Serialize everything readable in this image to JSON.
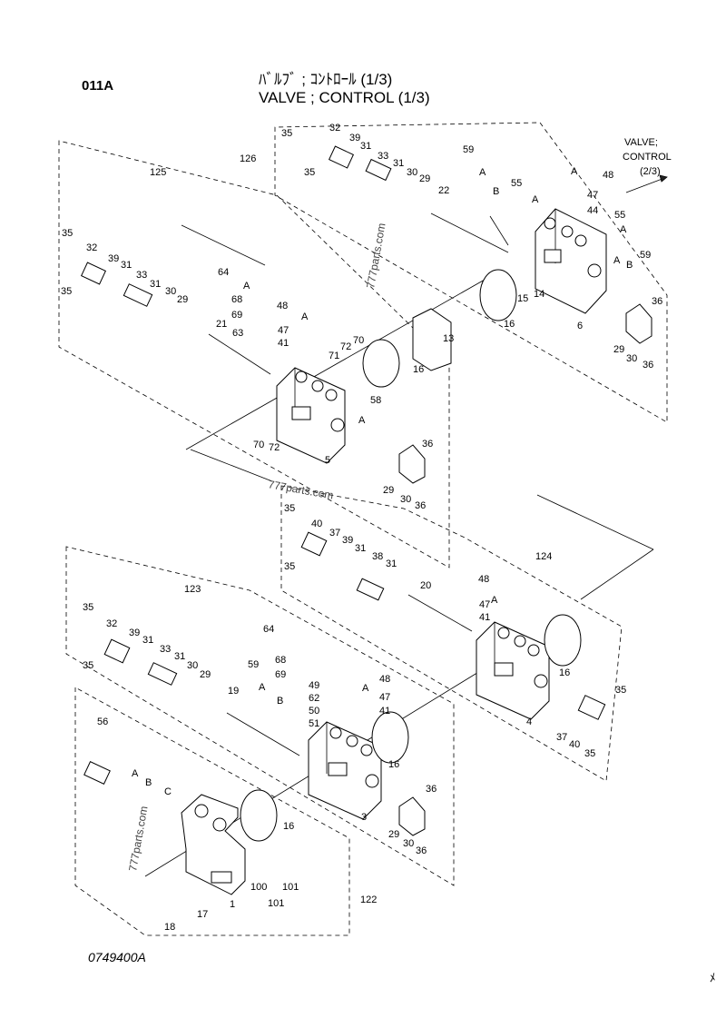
{
  "header": {
    "page_code": "011A",
    "title_jp": "ﾊﾞﾙﾌﾞ ; ｺﾝﾄﾛｰﾙ (1/3)",
    "title_en": "VALVE ; CONTROL (1/3)"
  },
  "continuation_note": [
    "VALVE;",
    "CONTROL",
    "(2/3)"
  ],
  "drawing_number": "0749400A",
  "corner_mark": "ﾒ",
  "watermarks": [
    "777parts.com",
    "777parts.com",
    "777parts.com"
  ],
  "group_labels": [
    "126",
    "125",
    "124",
    "123",
    "122"
  ],
  "part_callouts": [
    "35",
    "35",
    "32",
    "39",
    "31",
    "33",
    "31",
    "30",
    "29",
    "22",
    "59",
    "A",
    "B",
    "55",
    "A",
    "A",
    "48",
    "47",
    "44",
    "55",
    "A",
    "59",
    "B",
    "A",
    "36",
    "15",
    "14",
    "6",
    "29",
    "30",
    "36",
    "16",
    "13",
    "35",
    "32",
    "39",
    "31",
    "33",
    "31",
    "30",
    "29",
    "21",
    "35",
    "64",
    "A",
    "68",
    "69",
    "63",
    "48",
    "A",
    "47",
    "41",
    "71",
    "72",
    "70",
    "16",
    "58",
    "A",
    "72",
    "70",
    "5",
    "36",
    "29",
    "30",
    "36",
    "35",
    "40",
    "37",
    "39",
    "31",
    "38",
    "31",
    "20",
    "35",
    "48",
    "A",
    "47",
    "41",
    "16",
    "4",
    "35",
    "37",
    "40",
    "35",
    "35",
    "32",
    "39",
    "31",
    "33",
    "31",
    "30",
    "29",
    "19",
    "35",
    "59",
    "A",
    "B",
    "64",
    "68",
    "69",
    "49",
    "62",
    "50",
    "51",
    "A",
    "48",
    "47",
    "41",
    "16",
    "3",
    "36",
    "29",
    "30",
    "36",
    "56",
    "A",
    "B",
    "C",
    "16",
    "100",
    "101",
    "101",
    "17",
    "1",
    "18"
  ]
}
